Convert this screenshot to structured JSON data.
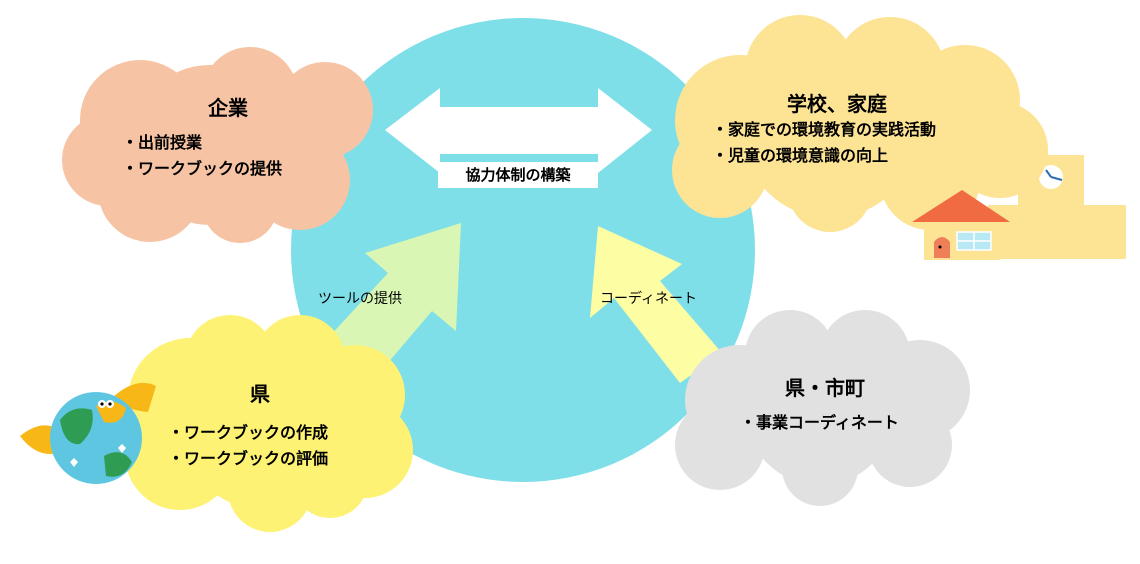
{
  "center": {
    "label": "協力体制の構築",
    "color": "#7fdfe8"
  },
  "nodes": {
    "company": {
      "title": "企業",
      "items": [
        "・出前授業",
        "・ワークブックの提供"
      ],
      "color": "#f6c4a4"
    },
    "school_home": {
      "title": "学校、家庭",
      "items": [
        "・家庭での環境教育の実践活動",
        "・児童の環境意識の向上"
      ],
      "color": "#fde394"
    },
    "prefecture": {
      "title": "県",
      "items": [
        "・ワークブックの作成",
        "・ワークブックの評価"
      ],
      "color": "#fdf274"
    },
    "pref_city": {
      "title": "県・市町",
      "items": [
        "・事業コーディネート"
      ],
      "color": "#e1e1e1"
    }
  },
  "arrows": {
    "tool": {
      "label": "ツールの提供",
      "color": "#d9f6b4"
    },
    "coordinate": {
      "label": "コーディネート",
      "color": "#fdfda4"
    }
  },
  "house": {
    "wall_color": "#fde394",
    "roof_color": "#f06a42",
    "door_color": "#ee7f58"
  }
}
